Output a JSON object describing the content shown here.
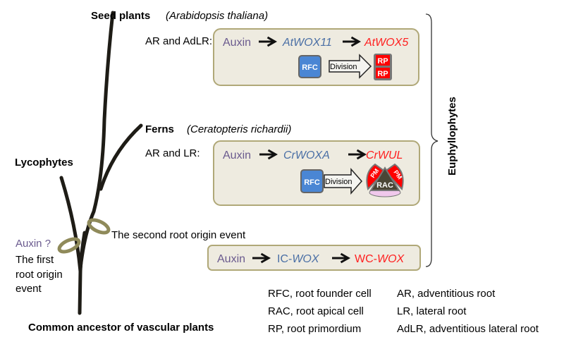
{
  "labels": {
    "seed_plants": "Seed plants",
    "seed_species": "(Arabidopsis thaliana)",
    "ferns": "Ferns",
    "fern_species": "(Ceratopteris richardii)",
    "lycophytes": "Lycophytes",
    "euphyllophytes": "Euphyllophytes",
    "ancestor": "Common ancestor of vascular plants",
    "auxin_q": "Auxin ?",
    "first_event": [
      "The first",
      "root origin",
      "event"
    ],
    "second_event": "The second root origin event"
  },
  "seed_box": {
    "prefix": "AR and AdLR:",
    "auxin": "Auxin",
    "gene1": "AtWOX11",
    "gene2": "AtWOX5",
    "rfc": "RFC",
    "division": "Division",
    "rp": "RP"
  },
  "fern_box": {
    "prefix": "AR and LR:",
    "auxin": "Auxin",
    "gene1": "CrWOXA",
    "gene2": "CrWUL",
    "rfc": "RFC",
    "division": "Division",
    "pm": "PM",
    "rac": "RAC"
  },
  "common_box": {
    "auxin": "Auxin",
    "gene1_prefix": "IC-",
    "gene1": "WOX",
    "gene2_prefix": "WC-",
    "gene2": "WOX"
  },
  "legend": [
    [
      "RFC, root founder cell",
      "AR, adventitious root"
    ],
    [
      "RAC, root apical cell",
      "LR, lateral root"
    ],
    [
      "RP, root primordium",
      "AdLR, adventitious lateral root"
    ]
  ],
  "colors": {
    "auxin": "#6a5a8e",
    "gene1": "#4a6fa5",
    "gene2": "#ff2020",
    "box_fill": "#eeebe0",
    "box_stroke": "#b0a878",
    "rfc": "#4a86d4",
    "rp": "#ff0000",
    "ring": "#8f8a5a"
  }
}
